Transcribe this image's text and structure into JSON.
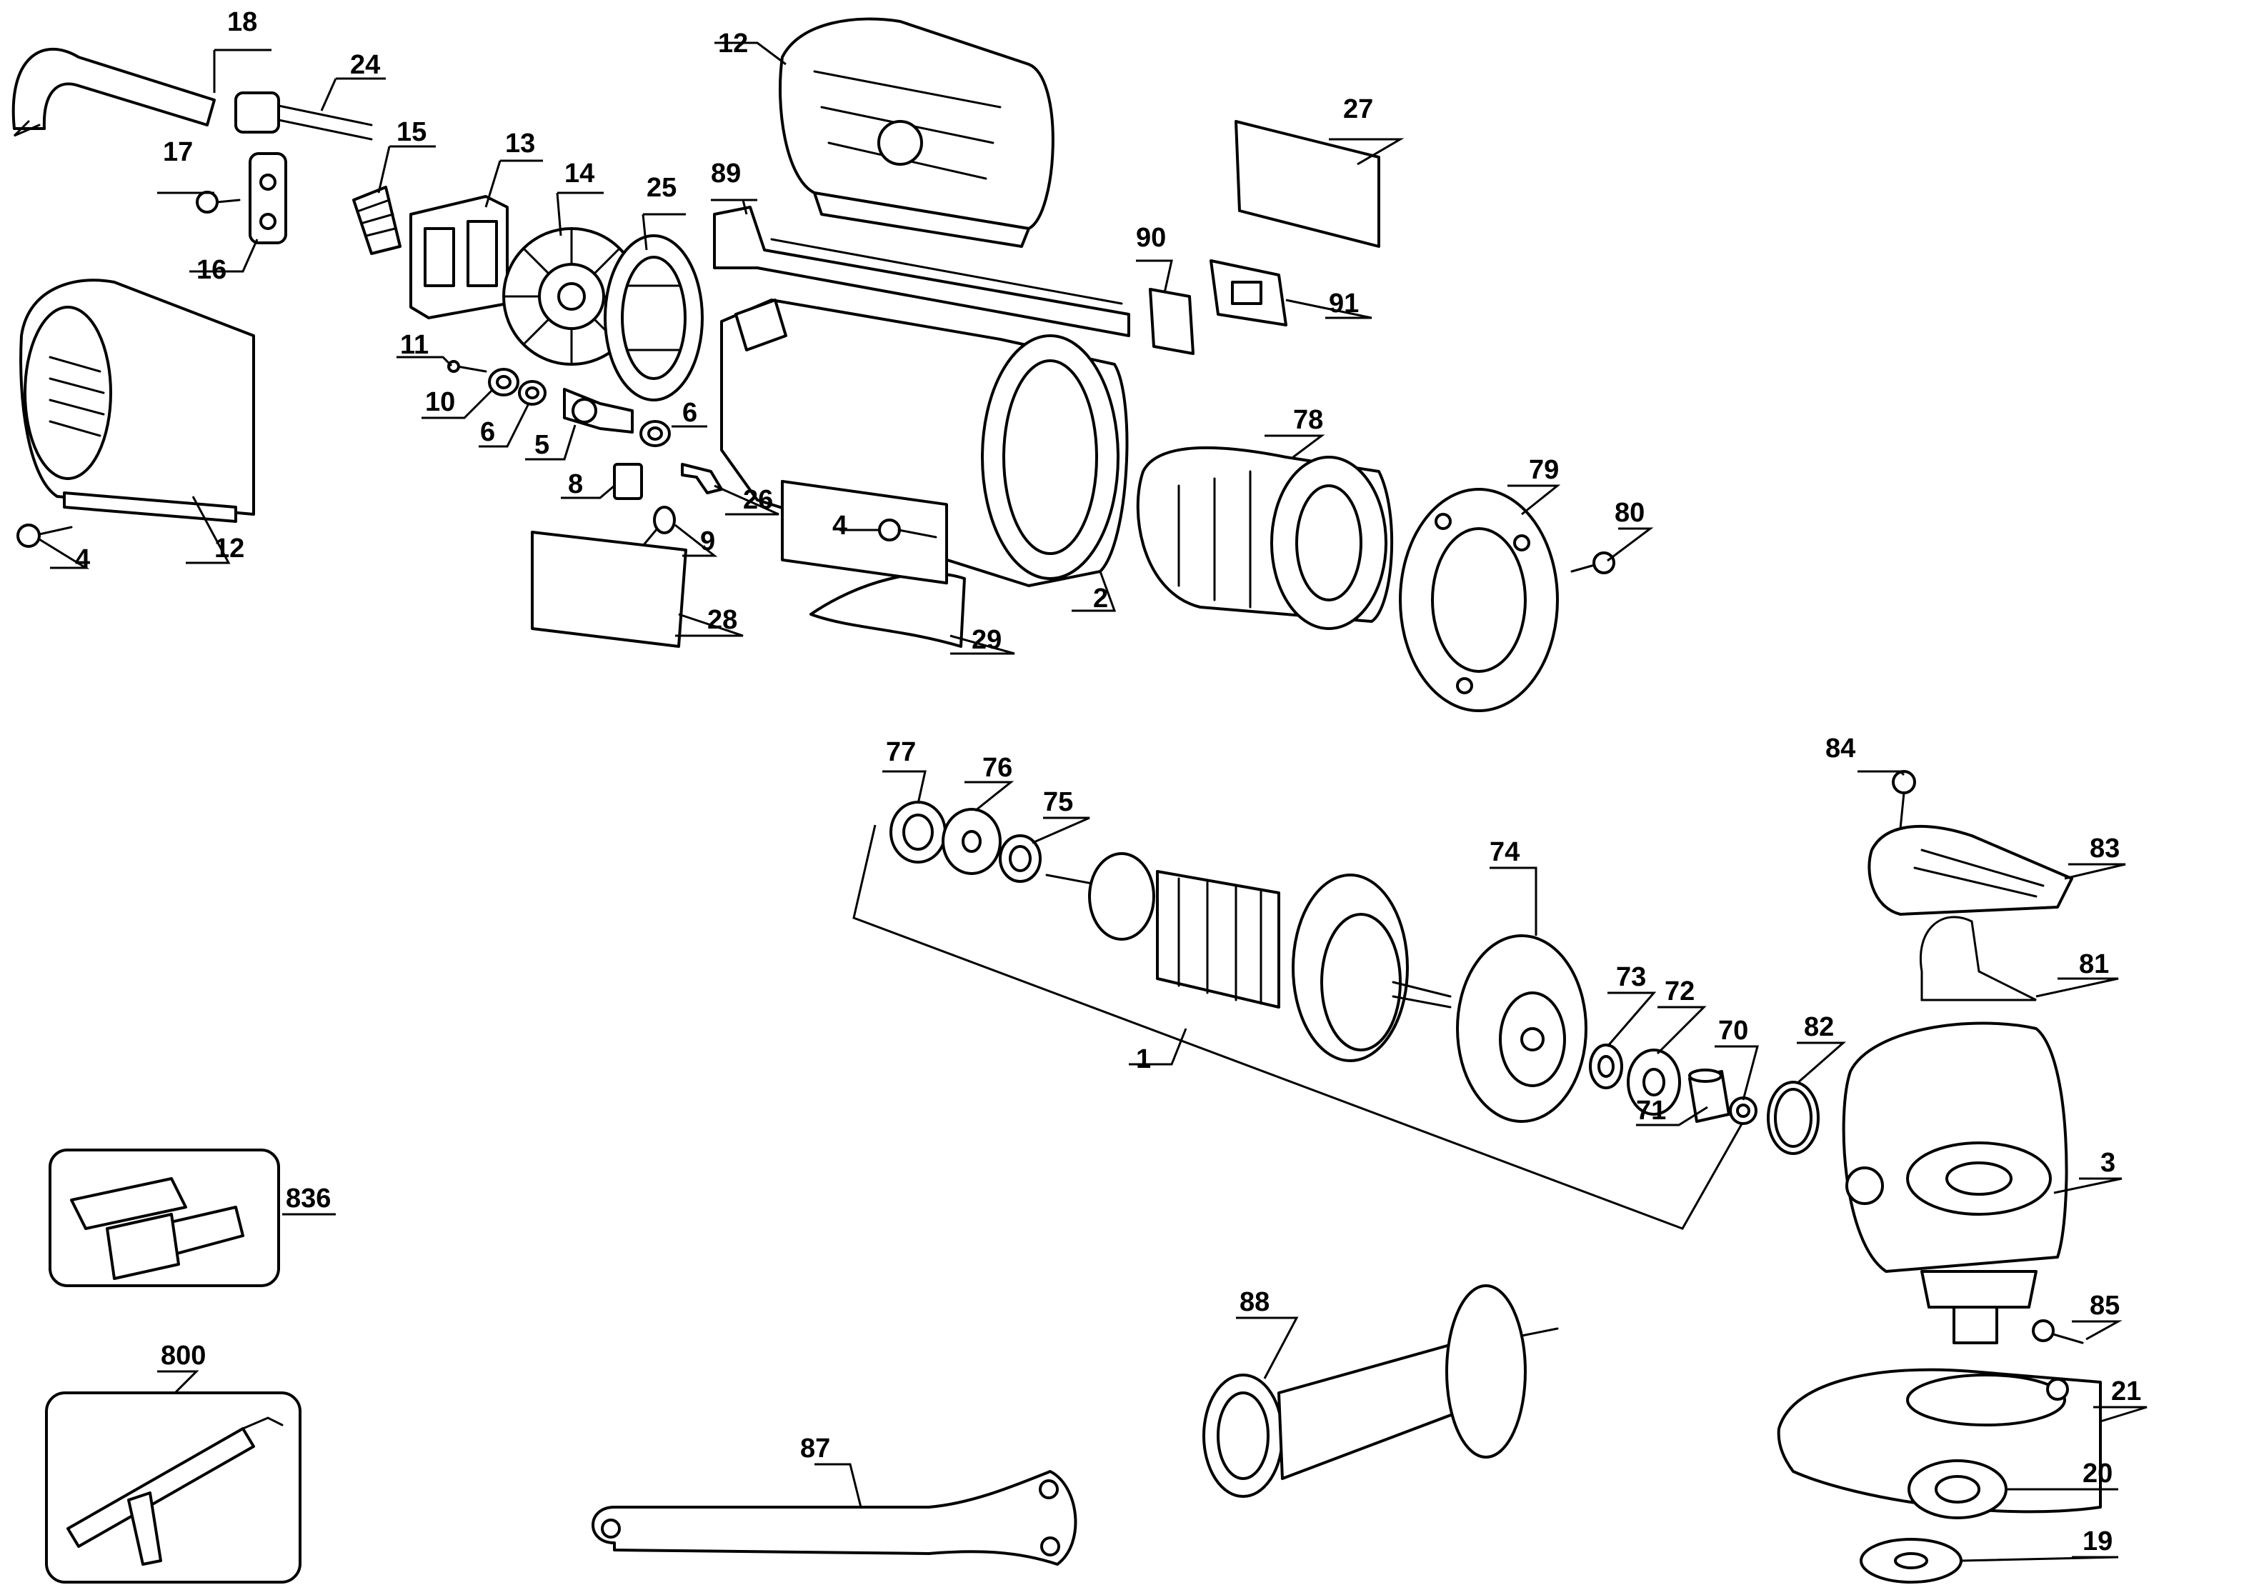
{
  "labels": {
    "l1": "1",
    "l2": "2",
    "l3": "3",
    "l4a": "4",
    "l4b": "4",
    "l5": "5",
    "l6a": "6",
    "l6b": "6",
    "l8": "8",
    "l9": "9",
    "l10": "10",
    "l11": "11",
    "l12a": "12",
    "l12b": "12",
    "l13": "13",
    "l14": "14",
    "l15": "15",
    "l16": "16",
    "l17": "17",
    "l18": "18",
    "l19": "19",
    "l20": "20",
    "l21": "21",
    "l24": "24",
    "l25": "25",
    "l26": "26",
    "l27": "27",
    "l28": "28",
    "l29": "29",
    "l70": "70",
    "l71": "71",
    "l72": "72",
    "l73": "73",
    "l74": "74",
    "l75": "75",
    "l76": "76",
    "l77": "77",
    "l78": "78",
    "l79": "79",
    "l80": "80",
    "l81": "81",
    "l82": "82",
    "l83": "83",
    "l84": "84",
    "l85": "85",
    "l87": "87",
    "l88": "88",
    "l89": "89",
    "l90": "90",
    "l91": "91",
    "l800": "800",
    "l836": "836"
  }
}
